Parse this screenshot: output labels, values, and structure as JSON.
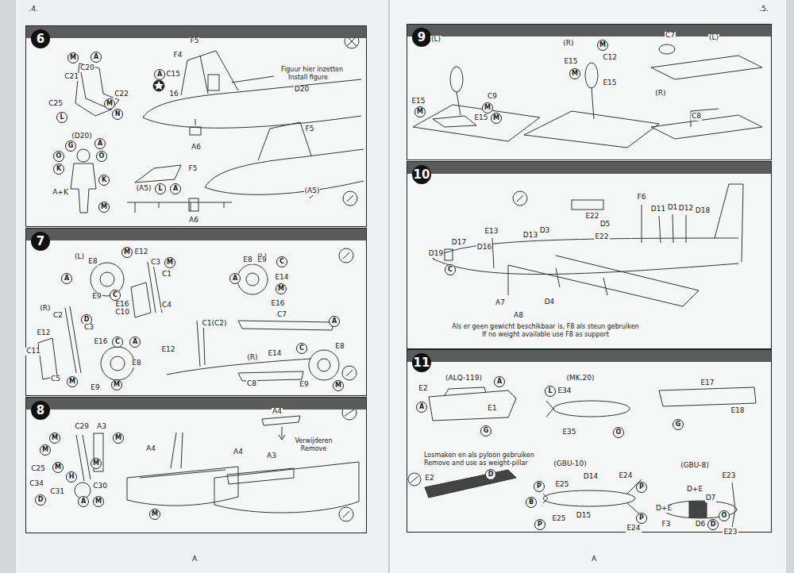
{
  "diagram": {
    "nodes": [
      {
        "text": [
          "6"
        ]
      },
      {
        "text": [
          "7"
        ]
      },
      {
        "text": [
          "8"
        ]
      },
      {
        "text": [
          "9"
        ]
      },
      {
        "text": [
          "10"
        ]
      },
      {
        "text": [
          "11"
        ]
      }
    ],
    "labels": [
      ".4.",
      ".5.",
      "A",
      "A",
      "M",
      "A",
      "C20",
      "C21",
      "C22",
      "C25",
      "M",
      "N",
      "L",
      "(D20)",
      "G",
      "A",
      "O",
      "O",
      "K",
      "K",
      "A+K",
      "M",
      "F5",
      "F4",
      "A",
      "C15",
      "16",
      "Figuur hier inzetten",
      "Install figure",
      "D20",
      "A6",
      "F5",
      "F5",
      "(A5)",
      "L",
      "A",
      "(A5)",
      "A6",
      "(L)",
      "M",
      "E12",
      "E8",
      "C3",
      "M",
      "A",
      "C1",
      "E9",
      "C",
      "E16",
      "C10",
      "C4",
      "(R)",
      "C2",
      "D",
      "C3",
      "E12",
      "E16",
      "C",
      "A",
      "C11",
      "E8",
      "C5",
      "M",
      "E9",
      "M",
      "C1(C2)",
      "E12",
      "(L)",
      "E8",
      "E9",
      "C",
      "A",
      "E14",
      "M",
      "E16",
      "C7",
      "(R)",
      "E14",
      "C8",
      "A",
      "C",
      "E8",
      "E9",
      "M",
      "C29",
      "A3",
      "M",
      "M",
      "M",
      "C25",
      "M",
      "H",
      "M",
      "C34",
      "D",
      "C31",
      "C30",
      "A",
      "M",
      "A4",
      "M",
      "A4",
      "Verwijderen",
      "Remove",
      "A4",
      "A3",
      "(L)",
      "E15",
      "M",
      "C9",
      "M",
      "E15",
      "M",
      "(R)",
      "M",
      "C12",
      "E15",
      "M",
      "E15",
      "C7",
      "(L)",
      "(R)",
      "C8",
      "E22",
      "D5",
      "E22",
      "F6",
      "D11",
      "D1",
      "D12",
      "D18",
      "E13",
      "D13",
      "D3",
      "D17",
      "D16",
      "D19",
      "C",
      "A7",
      "A8",
      "D4",
      "Als er geen gewicht beschikbaar is, F8 als steun gebruiken",
      "If no weight available use F8 as support",
      "(ALQ-119)",
      "A",
      "E2",
      "A",
      "E1",
      "G",
      "(MK.20)",
      "L",
      "E34",
      "E35",
      "O",
      "E17",
      "E18",
      "G",
      "Losmaken en als pyloon gebruiken",
      "Remove and use as weight-pillar",
      "E2",
      "D",
      "(GBU-10)",
      "E25",
      "P",
      "D14",
      "E24",
      "P",
      "B",
      "D15",
      "E25",
      "P",
      "E24",
      "P",
      "(GBU-8)",
      "E23",
      "D+E",
      "D7",
      "D+E",
      "F3",
      "D6",
      "D",
      "O",
      "E23"
    ]
  }
}
